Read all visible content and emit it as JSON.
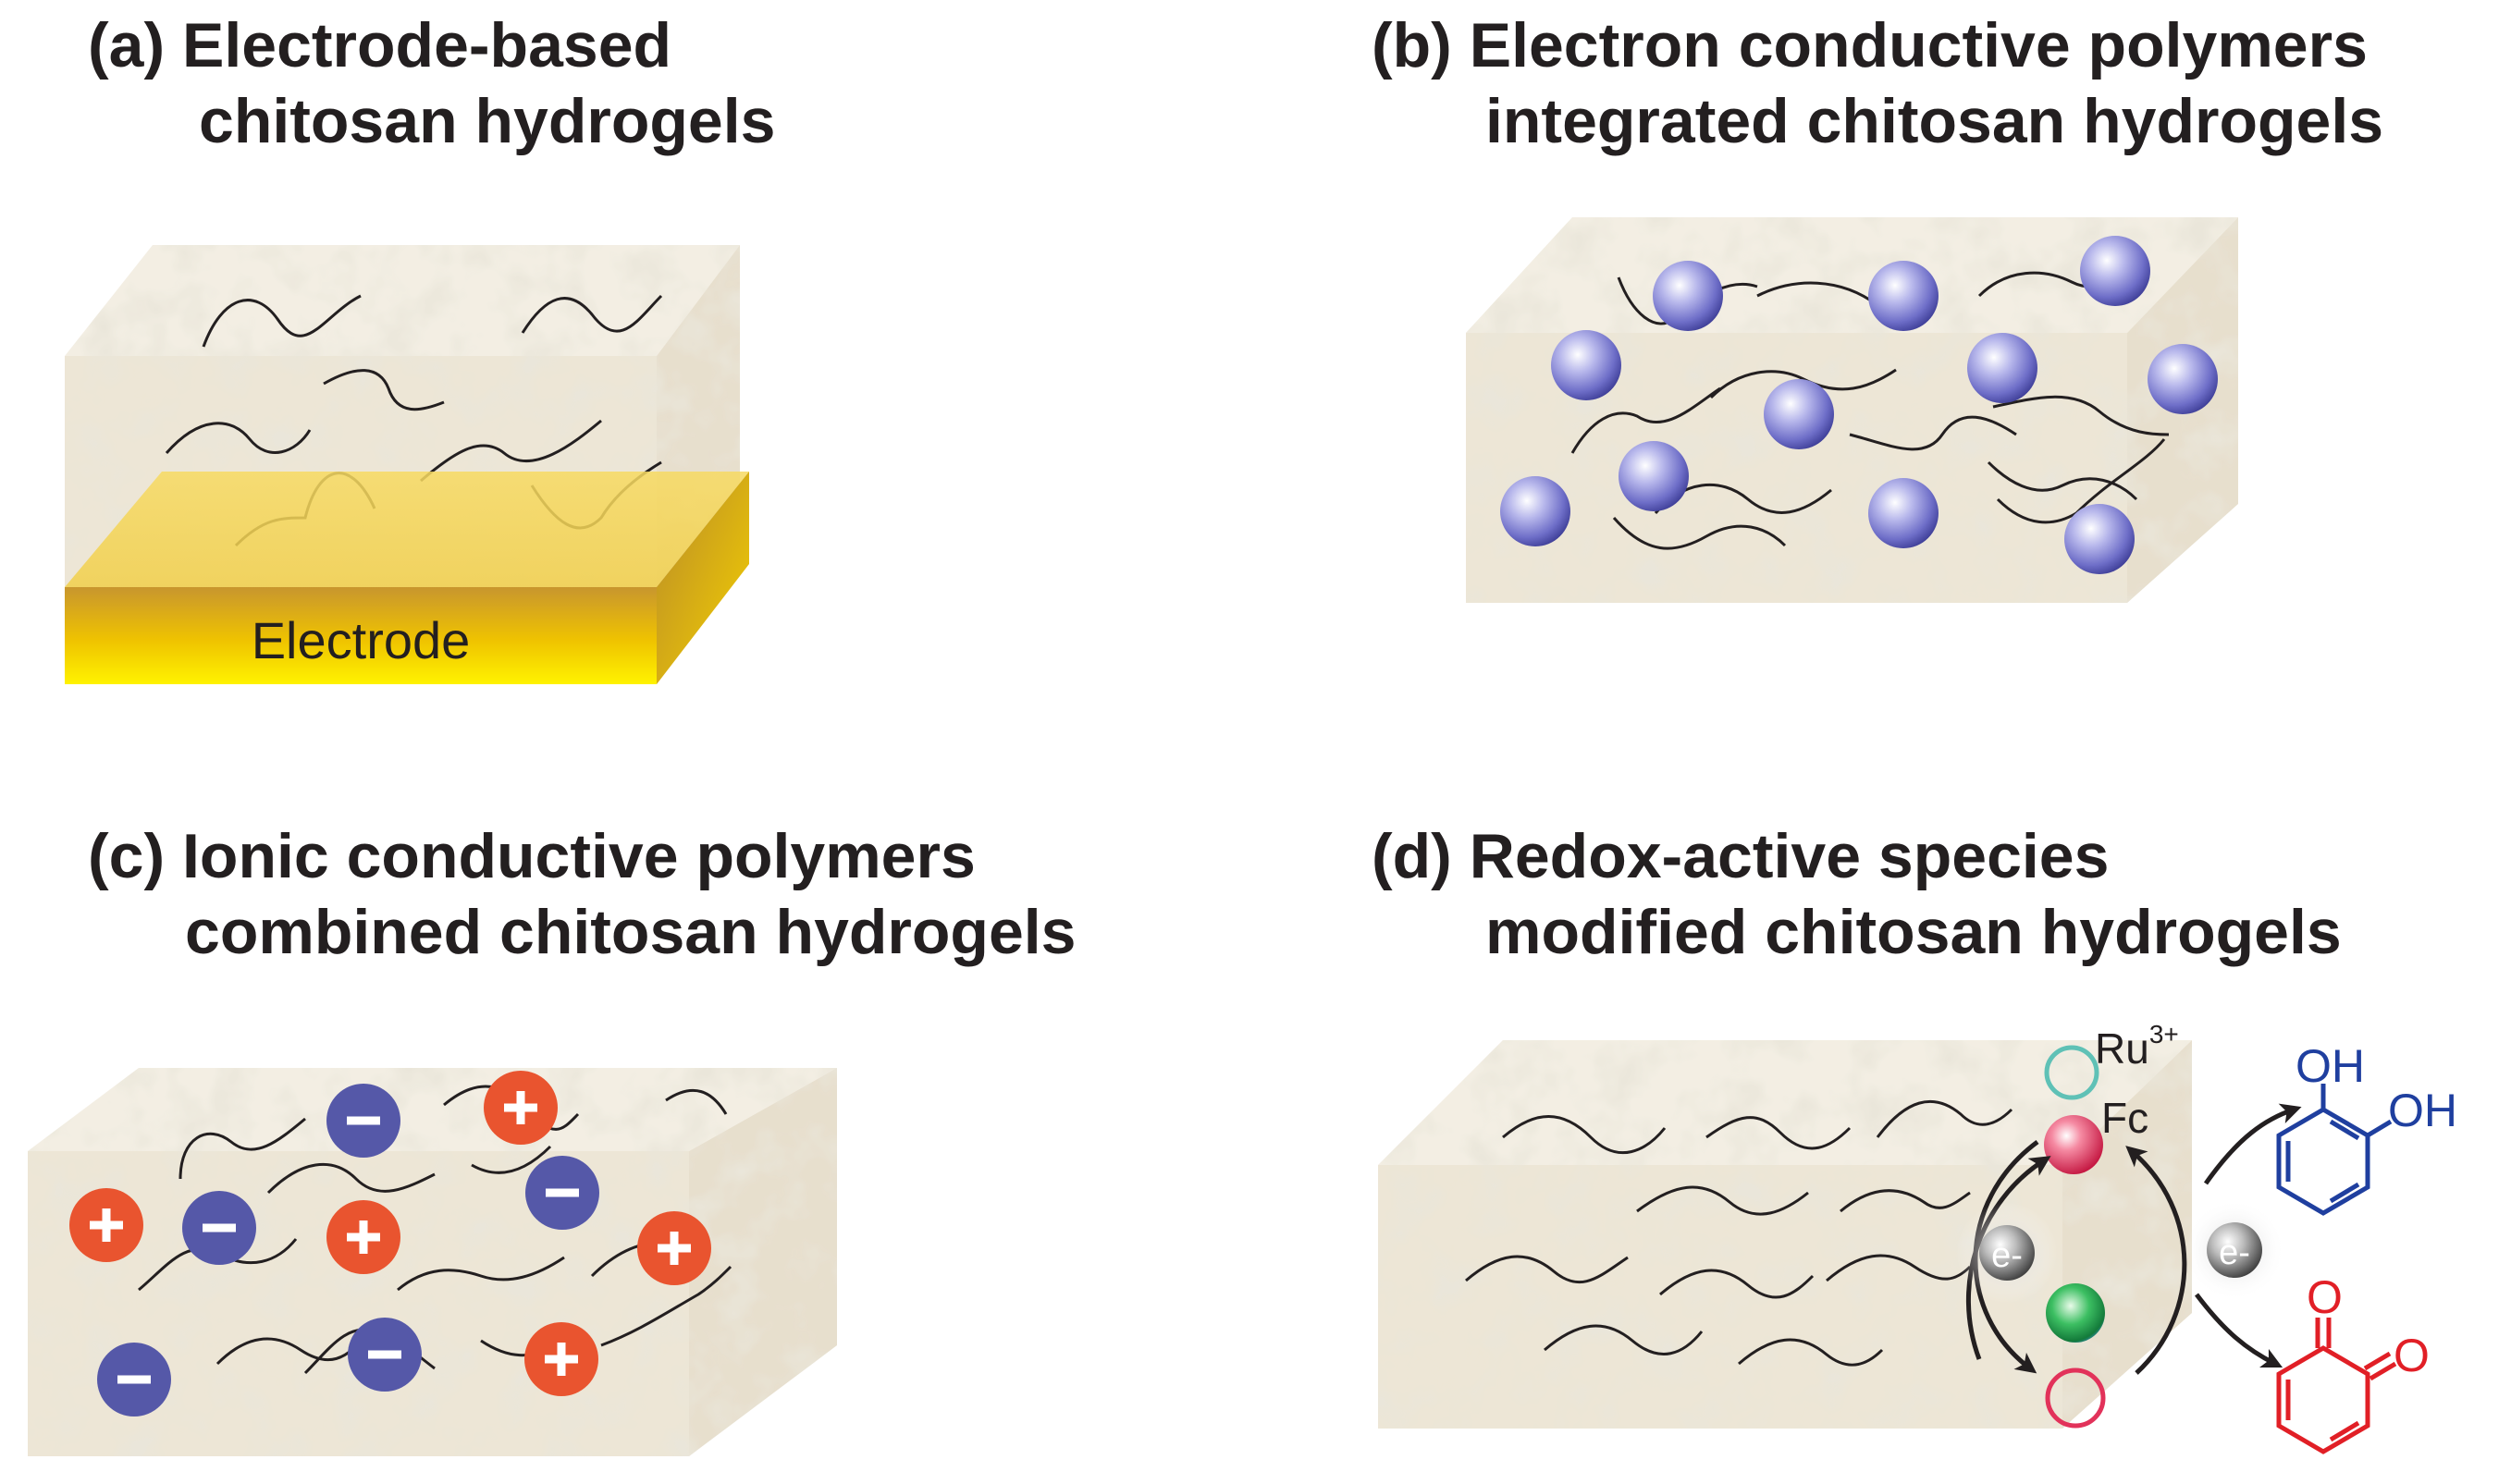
{
  "panels": [
    {
      "id": "a",
      "label": "(a)",
      "title_line1": "Electrode-based",
      "title_line2": "chitosan hydrogels",
      "electrode_label": "Electrode"
    },
    {
      "id": "b",
      "label": "(b)",
      "title_line1": "Electron conductive polymers",
      "title_line2": "integrated chitosan hydrogels"
    },
    {
      "id": "c",
      "label": "(c)",
      "title_line1": "Ionic conductive polymers",
      "title_line2": "combined chitosan hydrogels"
    },
    {
      "id": "d",
      "label": "(d)",
      "title_line1": "Redox-active species",
      "title_line2": "modified chitosan hydrogels",
      "ru_label": "Ru",
      "ru_charge": "3+",
      "fc_label": "Fc",
      "electron_label": "e-",
      "hydroxyl_label": "OH",
      "carbonyl_label": "O"
    }
  ],
  "colors": {
    "gel_face": "#ede6d6",
    "gel_top": "#f3eee3",
    "gel_side": "#e7dfcd",
    "electrode_gold": "#f6d000",
    "electrode_dark": "#c89a2a",
    "polymer_sphere": "#6e6ec8",
    "cation": "#e9542f",
    "anion": "#5558a8",
    "ru_ring": "#5fc1b6",
    "fc_sphere": "#e2325a",
    "green_sphere": "#1a9b4a",
    "catechol": "#1f3f9f",
    "quinone": "#e11f26",
    "chain": "#231f20"
  },
  "icons": [
    "polymer-chain-icon",
    "conductive-sphere-icon",
    "cation-icon",
    "anion-icon",
    "electron-icon",
    "catechol-icon",
    "quinone-icon"
  ]
}
